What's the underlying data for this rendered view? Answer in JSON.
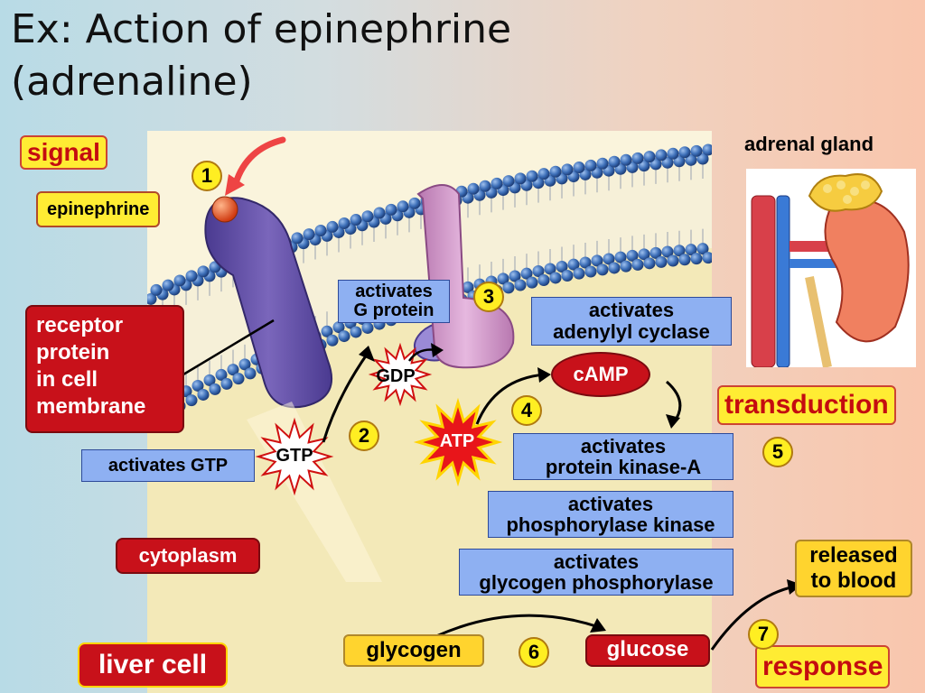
{
  "title": {
    "line1": "Ex: Action of epinephrine",
    "line2": "(adrenaline)"
  },
  "labels": {
    "signal": "signal",
    "epinephrine": "epinephrine",
    "receptor": [
      "receptor",
      "protein",
      "in cell",
      "membrane"
    ],
    "activates_gtp": "activates GTP",
    "cytoplasm": "cytoplasm",
    "liver_cell": "liver cell",
    "adrenal_gland": "adrenal gland",
    "transduction": "transduction",
    "response": "response",
    "released": [
      "released",
      "to blood"
    ],
    "glycogen": "glycogen",
    "glucose": "glucose",
    "camp": "cAMP",
    "gtp": "GTP",
    "gdp": "GDP",
    "atp": "ATP"
  },
  "steps": {
    "g_protein": [
      "activates",
      "G protein"
    ],
    "adenylyl_cyclase": [
      "activates",
      "adenylyl cyclase"
    ],
    "protein_kinase": [
      "activates",
      "protein kinase-A"
    ],
    "phosphorylase_kinase": [
      "activates",
      "phosphorylase kinase"
    ],
    "glycogen_phosphorylase": [
      "activates",
      "glycogen phosphorylase"
    ]
  },
  "numbers": [
    "1",
    "2",
    "3",
    "4",
    "5",
    "6",
    "7"
  ],
  "colors": {
    "red_label": "#c8111a",
    "blue_label": "#8eb0f2",
    "yellow_label": "#ffec33",
    "cytoplasm_bg": "#f3e9b8",
    "phospholipid_head": "#3d6fb8",
    "receptor": "#6a56a8",
    "adenylyl_cyclase_protein": "#d8a0cc"
  }
}
